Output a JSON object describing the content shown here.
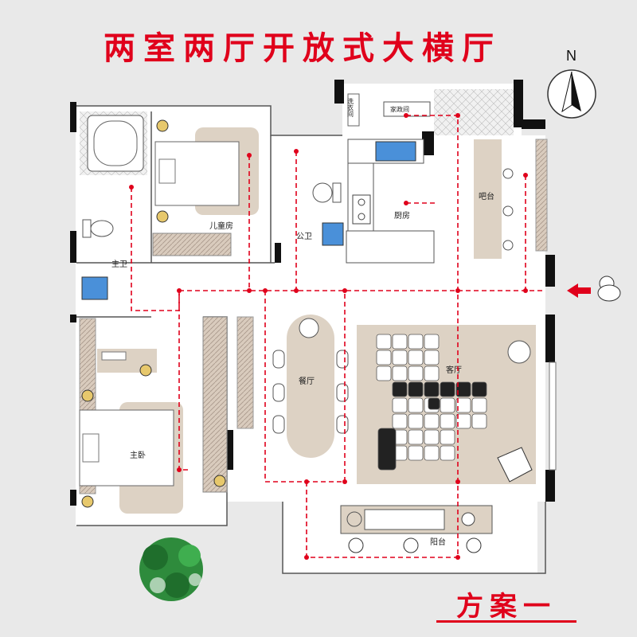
{
  "title": "两室两厅开放式大横厅",
  "scheme": "方案一",
  "compass": {
    "label": "N"
  },
  "rooms": {
    "child_room": "儿童房",
    "master_bath": "主卫",
    "public_bath": "公卫",
    "kitchen": "厨房",
    "bar": "吧台",
    "dining": "餐厅",
    "living": "客厅",
    "master_bedroom": "主卧",
    "balcony": "阳台",
    "laundry": "洗衣间",
    "housework": "家政间"
  },
  "colors": {
    "title": "#e0001b",
    "path": "#e0001b",
    "wall": "#111111",
    "floor": "#ffffff",
    "furniture": "#ddd2c4",
    "cabinet": "#c9b8a6",
    "sink_blue": "#4a90d9",
    "tree": "#2e8b3c"
  }
}
